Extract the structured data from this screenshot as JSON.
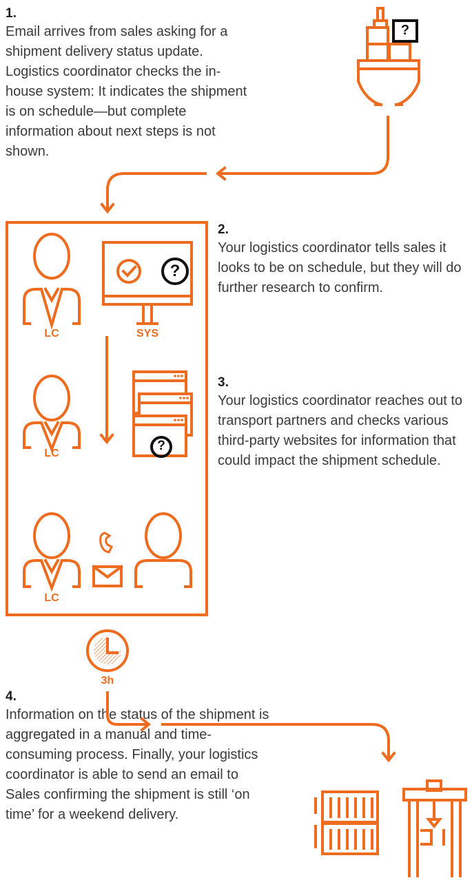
{
  "steps": [
    {
      "number": "1.",
      "text": "Email arrives from sales asking for a shipment delivery status update. Logistics coordinator checks the in-house system: It indicates the shipment is on schedule—but complete information about next steps is not shown."
    },
    {
      "number": "2.",
      "text": "Your logistics coordinator tells sales it looks to be on schedule, but they will do further research to confirm."
    },
    {
      "number": "3.",
      "text": "Your logistics coordinator reaches out to transport partners and checks various third-party websites for information that could impact the shipment schedule."
    },
    {
      "number": "4.",
      "text": "Information on the status of the shipment is aggregated in a manual and time-consuming process. Finally, your logistics coordinator is able to send an email to Sales confirming the shipment is still ‘on time’ for a weekend delivery."
    }
  ],
  "labels": {
    "lc": "LC",
    "sys": "SYS",
    "time": "3h",
    "question": "?"
  },
  "colors": {
    "accent": "#ee6c1f",
    "text": "#3b3b3b",
    "dark": "#1e1e1e"
  },
  "icons": [
    "ship-icon",
    "question-box-icon",
    "person-lc-icon",
    "monitor-icon",
    "checkmark-icon",
    "browser-windows-icon",
    "phone-icon",
    "envelope-icon",
    "person-partner-icon",
    "clock-icon",
    "containers-icon",
    "crane-icon",
    "arrow-icon"
  ]
}
